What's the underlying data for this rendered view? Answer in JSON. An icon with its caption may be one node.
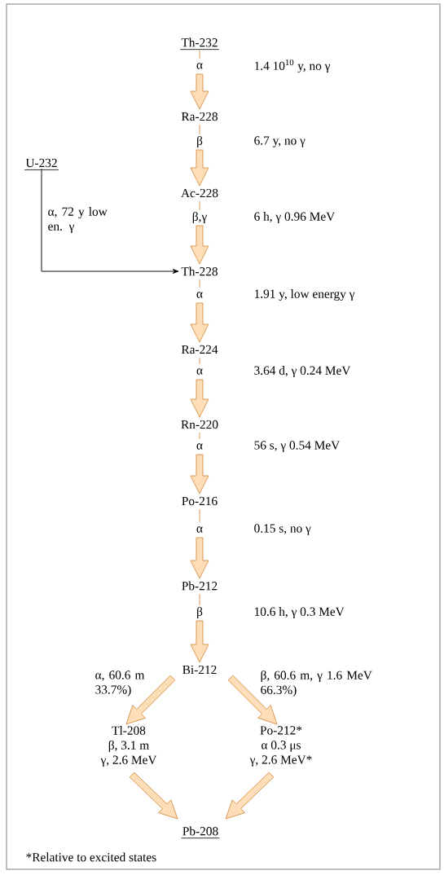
{
  "diagram": {
    "nodes": [
      {
        "text": [
          "Th-232"
        ],
        "beside": [
          "1.4 10$^{10}$ y, no γ"
        ]
      },
      {
        "text": [
          "Ra-228"
        ],
        "beside": [
          "6.7 y, no γ"
        ]
      },
      {
        "text": [
          "U-232"
        ]
      },
      {
        "text": [
          "Ac-228"
        ],
        "beside": [
          "6 h, γ 0.96 MeV"
        ]
      },
      {
        "text": [
          "Th-228"
        ],
        "beside": [
          "1.91 y, low energy γ"
        ]
      },
      {
        "text": [
          "Ra-224"
        ],
        "beside": [
          "3.64 d, γ 0.24 MeV"
        ]
      },
      {
        "text": [
          "Rn-220"
        ],
        "beside": [
          "56 s, γ 0.54 MeV"
        ]
      },
      {
        "text": [
          "Po-216"
        ],
        "beside": [
          "0.15 s, no γ"
        ]
      },
      {
        "text": [
          "Pb-212"
        ],
        "beside": [
          "10.6 h, γ 0.3 MeV"
        ]
      },
      {
        "text": [
          "Bi-212"
        ]
      },
      {
        "text": [
          "Tl-208",
          "β, 3.1 m",
          "γ, 2.6 MeV"
        ]
      },
      {
        "text": [
          "Po-212*",
          "α 0.3 μs",
          "γ, 2.6 MeV*"
        ]
      },
      {
        "text": [
          "Pb-208"
        ]
      }
    ],
    "edges": [
      {
        "from": 0,
        "to": 1,
        "arrow": "to",
        "label": "α"
      },
      {
        "from": 1,
        "to": 3,
        "arrow": "to",
        "label": "β"
      },
      {
        "from": 2,
        "to": 4,
        "arrow": "to",
        "label": "α, 72 y low en. γ",
        "color": "#000000"
      },
      {
        "from": 3,
        "to": 4,
        "arrow": "to",
        "label": "β,γ"
      },
      {
        "from": 4,
        "to": 5,
        "arrow": "to",
        "label": "α"
      },
      {
        "from": 5,
        "to": 6,
        "arrow": "to",
        "label": "α"
      },
      {
        "from": 6,
        "to": 7,
        "arrow": "to",
        "label": "α"
      },
      {
        "from": 7,
        "to": 8,
        "arrow": "to",
        "label": "α"
      },
      {
        "from": 8,
        "to": 9,
        "arrow": "to",
        "label": "β"
      },
      {
        "from": 9,
        "to": 10,
        "arrow": "to",
        "label": "α, 60.6 m 33.7%)"
      },
      {
        "from": 9,
        "to": 11,
        "arrow": "to",
        "label": "β, 60.6 m, γ 1.6 MeV 66.3%)"
      },
      {
        "from": 10,
        "to": 12,
        "arrow": "to"
      },
      {
        "from": 11,
        "to": 12,
        "arrow": "to"
      }
    ],
    "labels": [
      "*Relative to excited states"
    ]
  }
}
